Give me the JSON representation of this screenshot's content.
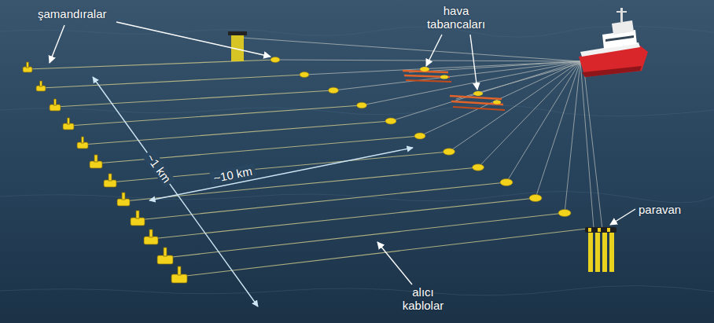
{
  "diagram": {
    "labels": [
      "şamandıralar",
      "hava tabancaları",
      "~1 km",
      "~10 km",
      "paravan",
      "alıcı kablolar"
    ]
  }
}
